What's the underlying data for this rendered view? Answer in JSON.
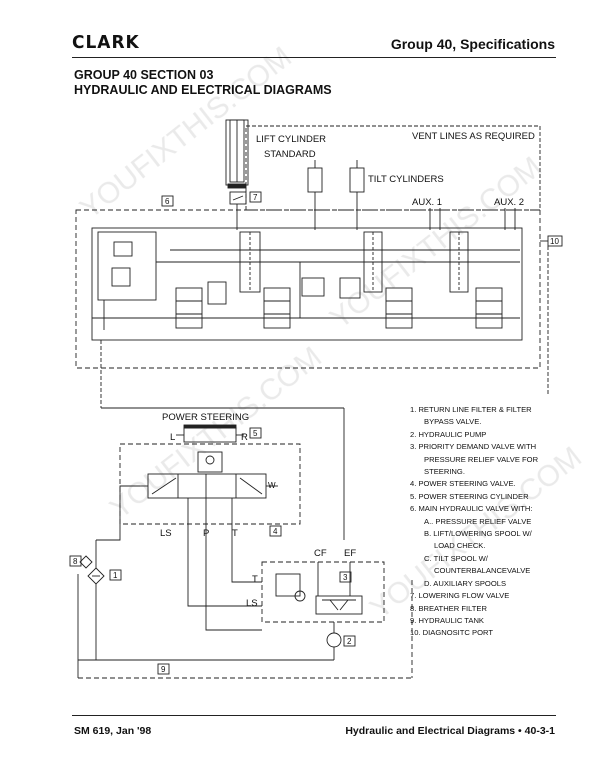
{
  "header": {
    "logo_text": "CLARK",
    "group_title": "Group 40, Specifications",
    "section_line": "GROUP 40  SECTION 03",
    "page_heading": "HYDRAULIC AND ELECTRICAL DIAGRAMS"
  },
  "diagram": {
    "labels": {
      "lift_cylinder": "LIFT CYLINDER",
      "standard": "STANDARD",
      "vent_lines": "VENT LINES AS REQUIRED",
      "tilt_cylinders": "TILT CYLINDERS",
      "aux1": "AUX. 1",
      "aux2": "AUX. 2",
      "power_steering": "POWER STEERING",
      "L": "L",
      "R": "R",
      "W": "W",
      "LS": "LS",
      "P": "P",
      "T": "T",
      "CF": "CF",
      "EF": "EF",
      "T2": "T",
      "LS2": "LS"
    },
    "callouts": {
      "c1": "1",
      "c2": "2",
      "c3": "3",
      "c4": "4",
      "c5": "5",
      "c6": "6",
      "c7": "7",
      "c8": "8",
      "c9": "9",
      "c10": "10"
    },
    "legend": [
      "1.  RETURN LINE FILTER & FILTER",
      "BYPASS VALVE.",
      "2.  HYDRAULIC PUMP",
      "3.  PRIORITY DEMAND VALVE WITH",
      "PRESSURE RELIEF VALVE FOR",
      "STEERING.",
      "4.  POWER STEERING VALVE.",
      "5.  POWER STEERING CYLINDER",
      "6.  MAIN HYDRAULIC VALVE WITH:",
      "A..  PRESSURE RELIEF VALVE",
      "B.  LIFT/LOWERING SPOOL W/",
      "LOAD CHECK.",
      "C.  TILT SPOOL W/",
      "COUNTERBALANCEVALVE",
      "D.  AUXILIARY SPOOLS",
      "7.  LOWERING FLOW VALVE",
      "8.  BREATHER FILTER",
      "9.  HYDRAULIC TANK",
      "10.  DIAGNOSITC PORT"
    ],
    "watermark": "YOUFIXTHIS.COM"
  },
  "footer": {
    "left": "SM 619, Jan '98",
    "right": "Hydraulic and Electrical Diagrams  •  40-3-1"
  }
}
